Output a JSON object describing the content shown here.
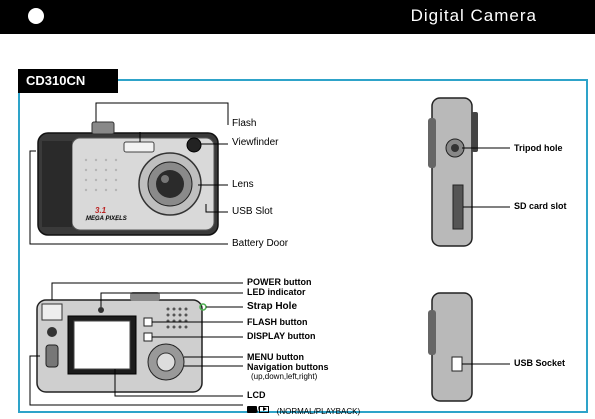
{
  "header": {
    "title": "Digital Camera"
  },
  "model": "CD310CN",
  "front_view": {
    "labels": {
      "flash": "Flash",
      "viewfinder": "Viewfinder",
      "lens": "Lens",
      "usb_slot": "USB Slot",
      "battery_door": "Battery Door"
    },
    "badge_number": "3.1",
    "badge_text": "MEGA PIXELS"
  },
  "side_view": {
    "labels": {
      "tripod_hole": "Tripod hole",
      "sd_card_slot": "SD card slot",
      "usb_socket": "USB Socket"
    }
  },
  "back_view": {
    "labels": {
      "power_button": "POWER button",
      "led_indicator": "LED indicator",
      "strap_hole": "Strap Hole",
      "flash_button": "FLASH button",
      "display_button": "DISPLAY button",
      "menu_button": "MENU button",
      "navigation_buttons": "Navigation buttons",
      "navigation_sub": "(up,down,left,right)",
      "lcd": "LCD",
      "mode_switch": "(NORMAL/PLAYBACK)"
    }
  },
  "colors": {
    "header_bg": "#000000",
    "frame_border": "#2ea3c9"
  }
}
